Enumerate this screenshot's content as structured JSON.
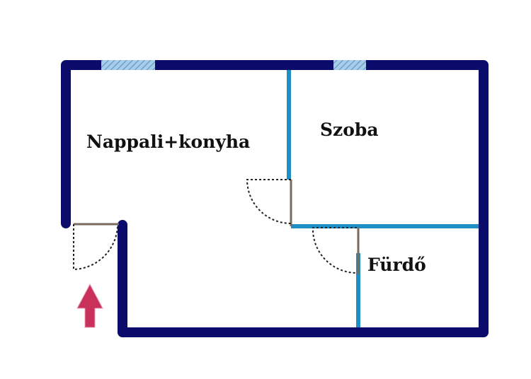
{
  "colors": {
    "outer_wall": "#0b0b6b",
    "inner_wall": "#1d8fc4",
    "door_leaf": "#7a6a5e",
    "door_swing": "#222222",
    "window_fill": "#a9cde8",
    "window_hatch": "#5f9cc9",
    "entrance_arrow": "#c9305a"
  },
  "rooms": [
    {
      "id": "nappali-konyha",
      "label": "Nappali+konyha"
    },
    {
      "id": "szoba",
      "label": "Szoba"
    },
    {
      "id": "furdo",
      "label": "Fürdő"
    }
  ],
  "icons": {
    "entrance": "entrance-arrow-icon",
    "window": "window-icon",
    "door": "door-icon"
  }
}
